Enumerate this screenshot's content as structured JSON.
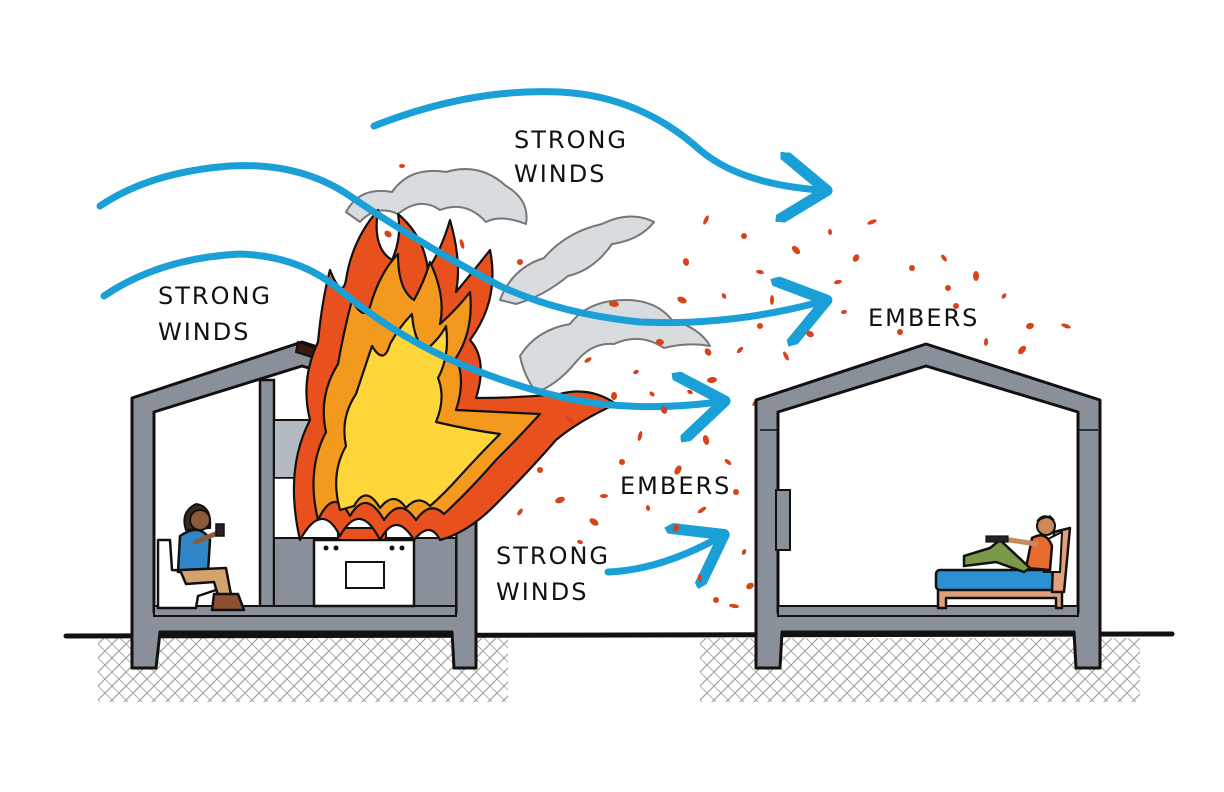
{
  "labels": {
    "wind_top": [
      "STRONG",
      "WINDS"
    ],
    "wind_left": [
      "STRONG",
      "WINDS"
    ],
    "wind_bottom": [
      "STRONG",
      "WINDS"
    ],
    "embers_mid": "EMBERS",
    "embers_right": "EMBERS"
  },
  "colors": {
    "wind_arrow": "#1aa0d6",
    "wall": "#8a9099",
    "wall_light": "#b4bac2",
    "outline": "#111111",
    "flame_outer": "#e8501e",
    "flame_mid": "#f39a1e",
    "flame_inner": "#ffd63a",
    "smoke": "#d9dcdf",
    "ember": "#d8431c",
    "shirt_blue": "#2f86c8",
    "shirt_orange": "#e86a2c",
    "pants_tan": "#d2a46c",
    "pants_green": "#7a9a4a",
    "mattress": "#2b8fd2",
    "bed_frame": "#e2a07a"
  }
}
